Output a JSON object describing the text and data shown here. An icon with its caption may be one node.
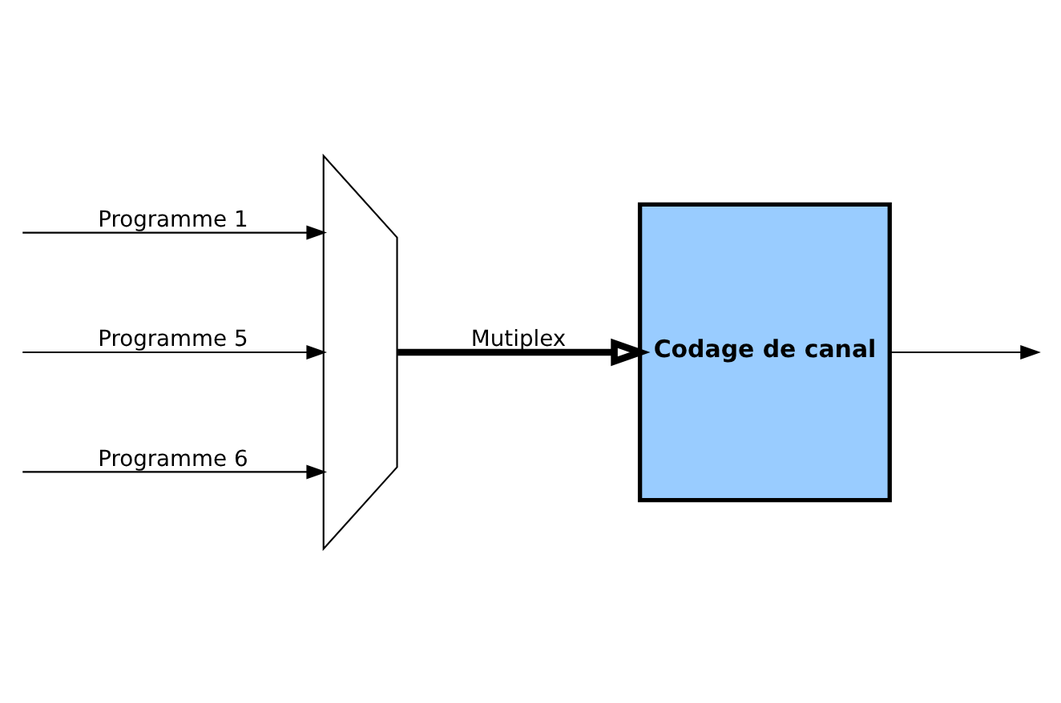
{
  "diagram": {
    "nodes": [
      {
        "text": [],
        "shape": "trapezoid"
      },
      {
        "text": [
          "Codage de canal"
        ]
      }
    ],
    "edges": [
      {
        "from": null,
        "to": 0,
        "arrow": "to",
        "label": "Programme 1"
      },
      {
        "from": null,
        "to": 0,
        "arrow": "to",
        "label": "Programme 5"
      },
      {
        "from": null,
        "to": 0,
        "arrow": "to",
        "label": "Programme 6"
      },
      {
        "from": 0,
        "to": 1,
        "arrow": "to",
        "label": "Mutiplex",
        "style": "thick"
      },
      {
        "from": 1,
        "to": null,
        "arrow": "to"
      }
    ]
  }
}
